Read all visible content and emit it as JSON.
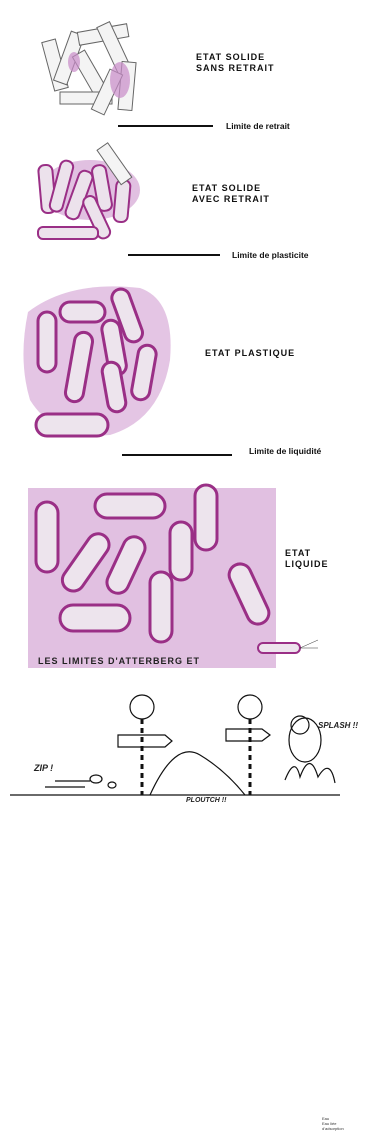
{
  "states": [
    {
      "label_line1": "ETAT SOLIDE",
      "label_line2": "SANS RETRAIT",
      "limit": "Limite de retrait"
    },
    {
      "label_line1": "ETAT SOLIDE",
      "label_line2": "AVEC RETRAIT",
      "limit": "Limite de plasticite"
    },
    {
      "label_line1": "ETAT PLASTIQUE",
      "label_line2": "",
      "limit": "Limite de liquidité"
    },
    {
      "label_line1": "ETAT",
      "label_line2": "LIQUIDE",
      "limit": ""
    }
  ],
  "footer_caption": "LES LIMITES D'ATTERBERG ET",
  "legend": [
    "Eau",
    "Eau liée",
    "d'adsorption"
  ],
  "cartoon": {
    "zip": "ZIP !",
    "plouf": "PLOUTCH !!",
    "splash": "SPLASH !!"
  },
  "colors": {
    "water": "#c98cc9",
    "outline": "#9a2f86",
    "grain_edge": "#666",
    "grain_fill": "#e9dce9",
    "stripe": "#7a3fa6"
  }
}
